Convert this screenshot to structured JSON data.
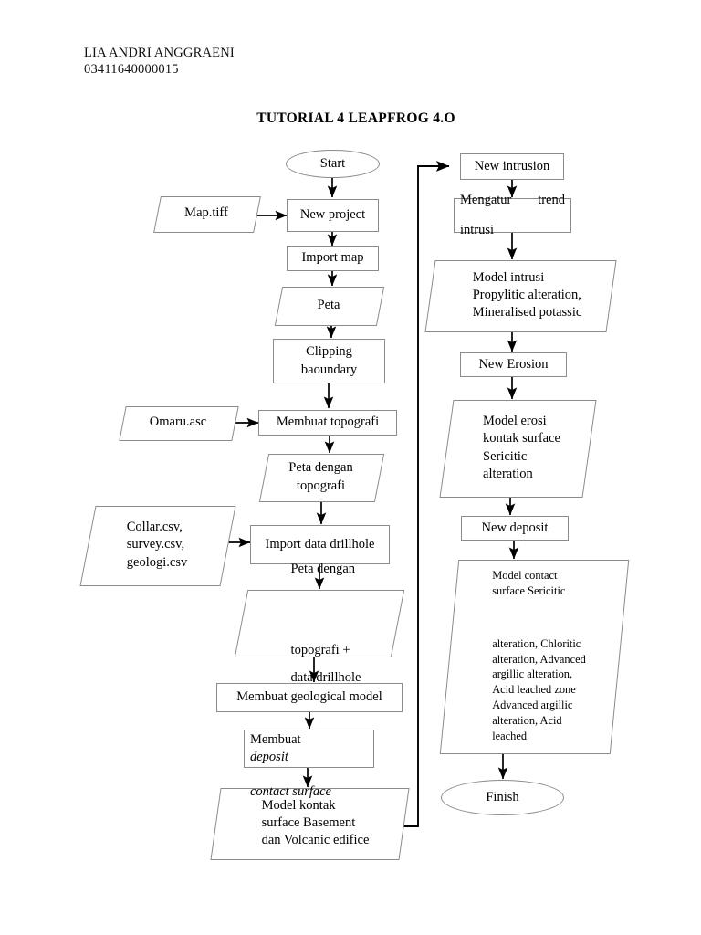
{
  "header": {
    "student_name": "LIA ANDRI ANGGRAENI",
    "student_id": "03411640000015",
    "title": "TUTORIAL 4 LEAPFROG 4.O"
  },
  "flowchart": {
    "left_column": [
      {
        "id": "start",
        "shape": "ellipse",
        "label": "Start"
      },
      {
        "id": "map-tiff",
        "shape": "parallelogram",
        "label": "Map.tiff"
      },
      {
        "id": "new-project",
        "shape": "rectangle",
        "label": "New project"
      },
      {
        "id": "import-map",
        "shape": "rectangle",
        "label": "Import map"
      },
      {
        "id": "peta",
        "shape": "parallelogram",
        "label": "Peta"
      },
      {
        "id": "clipping-boundary",
        "shape": "rectangle",
        "label": "Clipping\nbaoundary"
      },
      {
        "id": "omaru-asc",
        "shape": "parallelogram",
        "label": "Omaru.asc"
      },
      {
        "id": "membuat-topografi",
        "shape": "rectangle",
        "label": "Membuat topografi"
      },
      {
        "id": "peta-dengan-topografi",
        "shape": "parallelogram",
        "label": "Peta dengan\ntopografi"
      },
      {
        "id": "csv-files",
        "shape": "parallelogram",
        "label": "Collar.csv,\nsurvey.csv,\ngeologi.csv"
      },
      {
        "id": "import-drillhole",
        "shape": "rectangle",
        "label": "Import data drillhole"
      },
      {
        "id": "peta-topo-drillhole",
        "shape": "parallelogram",
        "label_line1": "Peta dengan",
        "label_line2": "topografi +",
        "label_line3": "data drillhole"
      },
      {
        "id": "geological-model",
        "shape": "rectangle",
        "label": "Membuat geological model"
      },
      {
        "id": "deposit-contact-surface",
        "shape": "rectangle",
        "label_plain": "Membuat",
        "label_italic1": "deposit",
        "label_italic2": "contact surface"
      },
      {
        "id": "model-kontak-basement",
        "shape": "parallelogram",
        "label": "Model kontak\nsurface Basement\ndan Volcanic edifice"
      }
    ],
    "right_column": [
      {
        "id": "new-intrusion",
        "shape": "rectangle",
        "label": "New intrusion"
      },
      {
        "id": "mengatur-trend",
        "shape": "rectangle",
        "label_line1": "Mengatur      trend",
        "label_line2": "intrusi"
      },
      {
        "id": "model-intrusi",
        "shape": "parallelogram",
        "label": "Model intrusi\nPropylitic alteration,\nMineralised potassic"
      },
      {
        "id": "new-erosion",
        "shape": "rectangle",
        "label": "New Erosion"
      },
      {
        "id": "model-erosi",
        "shape": "parallelogram",
        "label": "Model erosi\nkontak surface\nSericitic\nalteration"
      },
      {
        "id": "new-deposit",
        "shape": "rectangle",
        "label": "New deposit"
      },
      {
        "id": "model-contact-surface",
        "shape": "parallelogram",
        "label_group1": "Model contact\nsurface Sericitic",
        "label_group2": "alteration, Chloritic\nalteration, Advanced\nargillic alteration,\nAcid leached zone\nAdvanced argillic\nalteration, Acid\nleached"
      },
      {
        "id": "finish",
        "shape": "ellipse",
        "label": "Finish"
      }
    ]
  },
  "colors": {
    "stroke": "#8b8b8b",
    "arrow": "#000000",
    "text": "#000000",
    "background": "#ffffff"
  }
}
